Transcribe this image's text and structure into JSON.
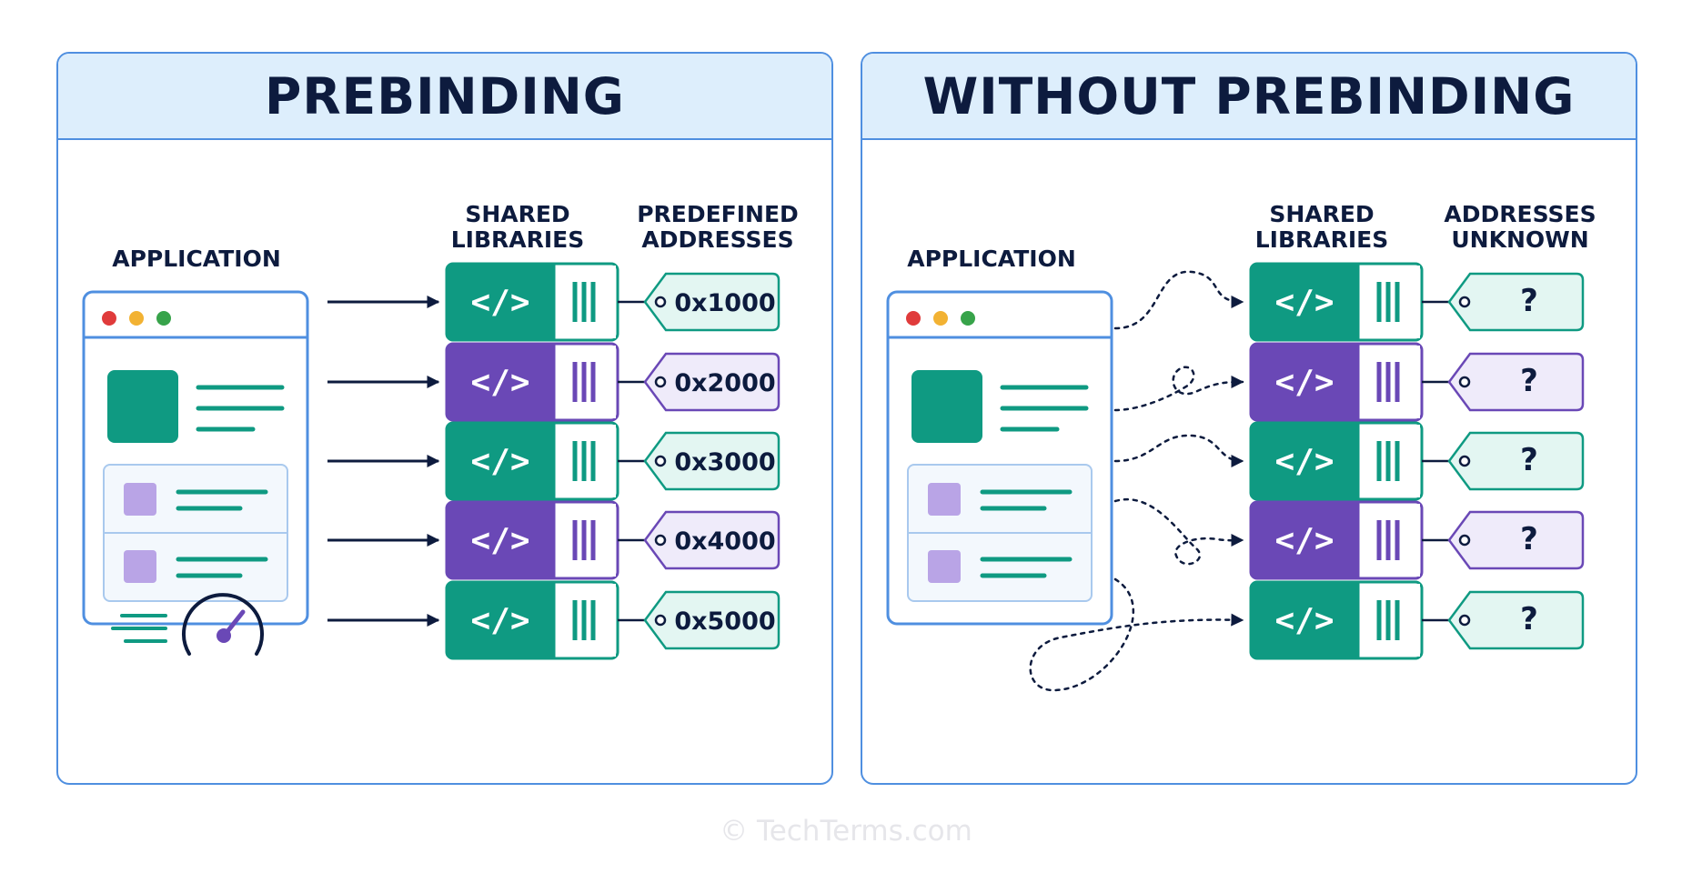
{
  "colors": {
    "navy": "#0d1b3e",
    "border_blue": "#4f8fe0",
    "header_bg": "#ddeefc",
    "teal": "#0f9a82",
    "teal_light": "#e3f6f2",
    "purple": "#6a48b6",
    "purple_light": "#efebfa",
    "lavender": "#b9a4e6",
    "dot_red": "#e03b3b",
    "dot_yellow": "#f2b233",
    "dot_green": "#37a34a"
  },
  "left_panel": {
    "title": "PREBINDING",
    "application_label": "APPLICATION",
    "col_libraries_line1": "SHARED",
    "col_libraries_line2": "LIBRARIES",
    "col_addresses_line1": "PREDEFINED",
    "col_addresses_line2": "ADDRESSES",
    "library_icon_text": "</>",
    "libraries": [
      {
        "address": "0x1000",
        "color": "teal"
      },
      {
        "address": "0x2000",
        "color": "purple"
      },
      {
        "address": "0x3000",
        "color": "teal"
      },
      {
        "address": "0x4000",
        "color": "purple"
      },
      {
        "address": "0x5000",
        "color": "teal"
      }
    ],
    "speed_icon": "speedometer-icon"
  },
  "right_panel": {
    "title": "WITHOUT PREBINDING",
    "application_label": "APPLICATION",
    "col_libraries_line1": "SHARED",
    "col_libraries_line2": "LIBRARIES",
    "col_addresses_line1": "ADDRESSES",
    "col_addresses_line2": "UNKNOWN",
    "library_icon_text": "</>",
    "libraries": [
      {
        "address": "?",
        "color": "teal"
      },
      {
        "address": "?",
        "color": "purple"
      },
      {
        "address": "?",
        "color": "teal"
      },
      {
        "address": "?",
        "color": "purple"
      },
      {
        "address": "?",
        "color": "teal"
      }
    ]
  },
  "footer": "© TechTerms.com"
}
